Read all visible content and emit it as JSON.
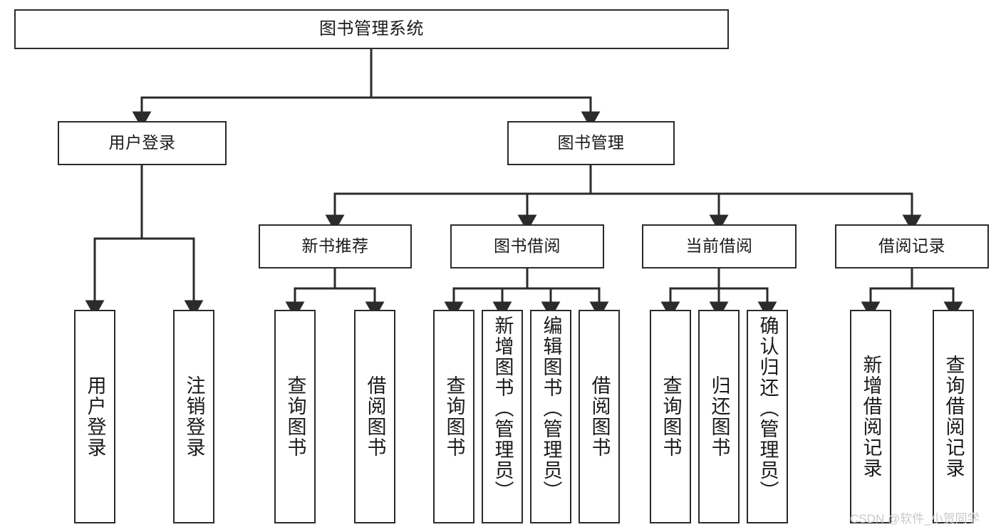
{
  "diagram": {
    "title": "图书管理系统",
    "type": "tree",
    "watermark": "CSDN @软件_小贺同学",
    "colors": {
      "box_border": "#2b2b2b",
      "box_fill": "#ffffff",
      "connector": "#2b2b2b",
      "text": "#1a1a1a",
      "watermark": "#c9c9c9",
      "background": "#ffffff"
    },
    "nodes": {
      "root": {
        "label": "图书管理系统"
      },
      "level2": [
        {
          "id": "user-login",
          "label": "用户登录"
        },
        {
          "id": "book-manage",
          "label": "图书管理"
        }
      ],
      "level3": [
        {
          "id": "new-book-recommend",
          "label": "新书推荐"
        },
        {
          "id": "book-borrow",
          "label": "图书借阅"
        },
        {
          "id": "current-borrow",
          "label": "当前借阅"
        },
        {
          "id": "borrow-record",
          "label": "借阅记录"
        }
      ],
      "leaves": {
        "user-login": [
          {
            "id": "leaf-user-login",
            "label": "用户登录"
          },
          {
            "id": "leaf-user-logout",
            "label": "注销登录"
          }
        ],
        "new-book-recommend": [
          {
            "id": "leaf-query-book-1",
            "label": "查询图书"
          },
          {
            "id": "leaf-borrow-book-1",
            "label": "借阅图书"
          }
        ],
        "book-borrow": [
          {
            "id": "leaf-query-book-2",
            "label": "查询图书"
          },
          {
            "id": "leaf-add-book",
            "label": "新增图书（管理员）"
          },
          {
            "id": "leaf-edit-book",
            "label": "编辑图书（管理员）"
          },
          {
            "id": "leaf-borrow-book-2",
            "label": "借阅图书"
          }
        ],
        "current-borrow": [
          {
            "id": "leaf-query-book-3",
            "label": "查询图书"
          },
          {
            "id": "leaf-return-book",
            "label": "归还图书"
          },
          {
            "id": "leaf-confirm-return",
            "label": "确认归还（管理员）"
          }
        ],
        "borrow-record": [
          {
            "id": "leaf-add-record",
            "label": "新增借阅记录"
          },
          {
            "id": "leaf-query-record",
            "label": "查询借阅记录"
          }
        ]
      }
    }
  }
}
